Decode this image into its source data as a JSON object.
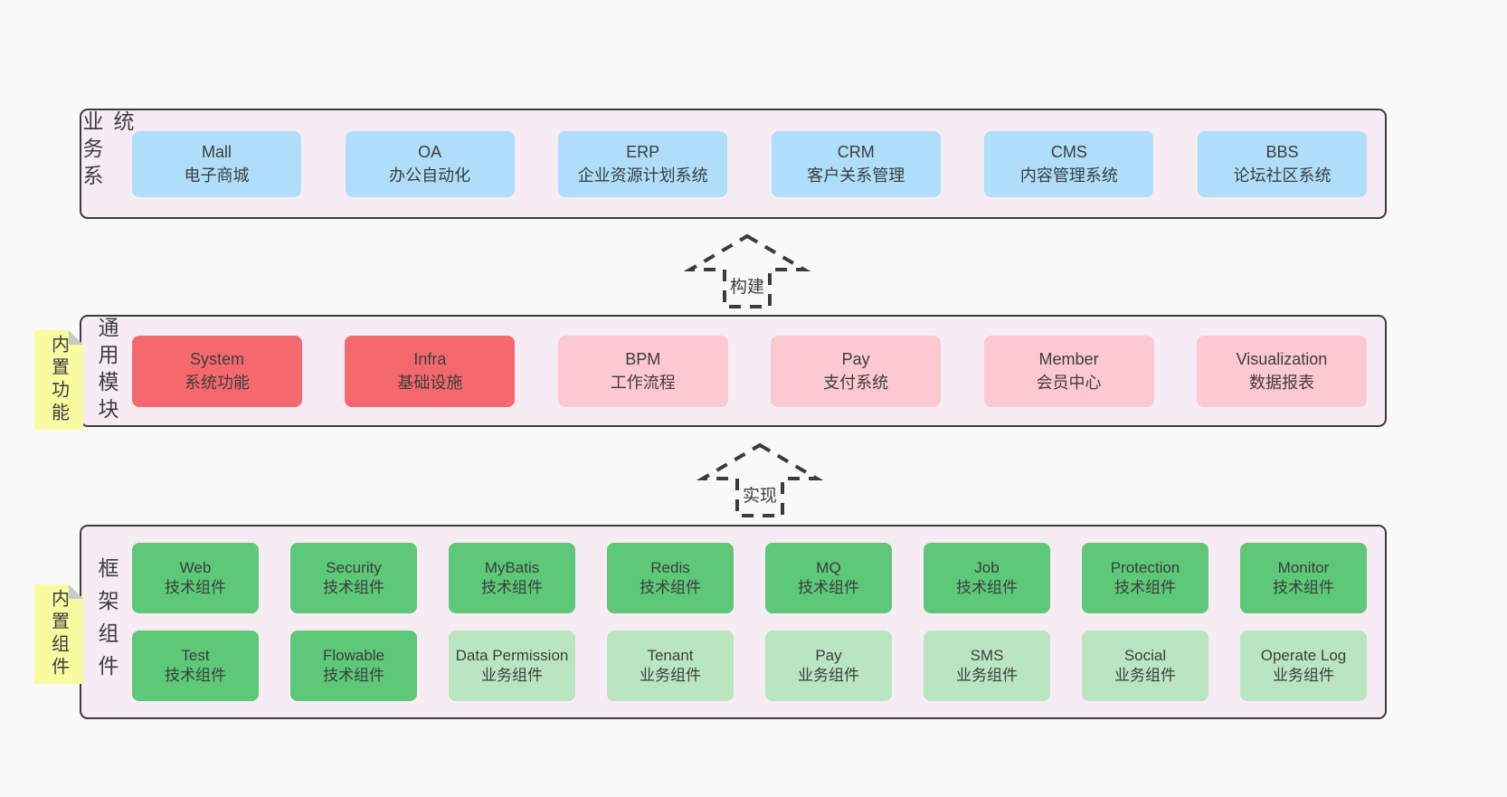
{
  "colors": {
    "page_bg": "#f9f9f9",
    "layer_bg": "#f8ecf4",
    "border": "#3b3b3b",
    "text": "#3d3d3d",
    "blue": "#aedefa",
    "red": "#f5696e",
    "pink": "#fcc8d2",
    "green": "#5cc878",
    "light_green": "#b9e6c0",
    "note_yellow": "#fafaa0",
    "note_fold": "#c9c9c9"
  },
  "arrows": [
    {
      "label": "构建"
    },
    {
      "label": "实现"
    }
  ],
  "layers": [
    {
      "label": "业务系统",
      "note": null,
      "rows": [
        [
          {
            "name": "Mall",
            "subtitle": "电子商城",
            "variant": "blue"
          },
          {
            "name": "OA",
            "subtitle": "办公自动化",
            "variant": "blue"
          },
          {
            "name": "ERP",
            "subtitle": "企业资源计划系统",
            "variant": "blue"
          },
          {
            "name": "CRM",
            "subtitle": "客户关系管理",
            "variant": "blue"
          },
          {
            "name": "CMS",
            "subtitle": "内容管理系统",
            "variant": "blue"
          },
          {
            "name": "BBS",
            "subtitle": "论坛社区系统",
            "variant": "blue"
          }
        ]
      ]
    },
    {
      "label": "通用模块",
      "note": "内置功能",
      "rows": [
        [
          {
            "name": "System",
            "subtitle": "系统功能",
            "variant": "red"
          },
          {
            "name": "Infra",
            "subtitle": "基础设施",
            "variant": "red"
          },
          {
            "name": "BPM",
            "subtitle": "工作流程",
            "variant": "pink"
          },
          {
            "name": "Pay",
            "subtitle": "支付系统",
            "variant": "pink"
          },
          {
            "name": "Member",
            "subtitle": "会员中心",
            "variant": "pink"
          },
          {
            "name": "Visualization",
            "subtitle": "数据报表",
            "variant": "pink"
          }
        ]
      ]
    },
    {
      "label": "框架组件",
      "note": "内置组件",
      "rows": [
        [
          {
            "name": "Web",
            "subtitle": "技术组件",
            "variant": "green"
          },
          {
            "name": "Security",
            "subtitle": "技术组件",
            "variant": "green"
          },
          {
            "name": "MyBatis",
            "subtitle": "技术组件",
            "variant": "green"
          },
          {
            "name": "Redis",
            "subtitle": "技术组件",
            "variant": "green"
          },
          {
            "name": "MQ",
            "subtitle": "技术组件",
            "variant": "green"
          },
          {
            "name": "Job",
            "subtitle": "技术组件",
            "variant": "green"
          },
          {
            "name": "Protection",
            "subtitle": "技术组件",
            "variant": "green"
          },
          {
            "name": "Monitor",
            "subtitle": "技术组件",
            "variant": "green"
          }
        ],
        [
          {
            "name": "Test",
            "subtitle": "技术组件",
            "variant": "green"
          },
          {
            "name": "Flowable",
            "subtitle": "技术组件",
            "variant": "green"
          },
          {
            "name": "Data Permission",
            "subtitle": "业务组件",
            "variant": "light-green"
          },
          {
            "name": "Tenant",
            "subtitle": "业务组件",
            "variant": "light-green"
          },
          {
            "name": "Pay",
            "subtitle": "业务组件",
            "variant": "light-green"
          },
          {
            "name": "SMS",
            "subtitle": "业务组件",
            "variant": "light-green"
          },
          {
            "name": "Social",
            "subtitle": "业务组件",
            "variant": "light-green"
          },
          {
            "name": "Operate Log",
            "subtitle": "业务组件",
            "variant": "light-green"
          }
        ]
      ]
    }
  ]
}
